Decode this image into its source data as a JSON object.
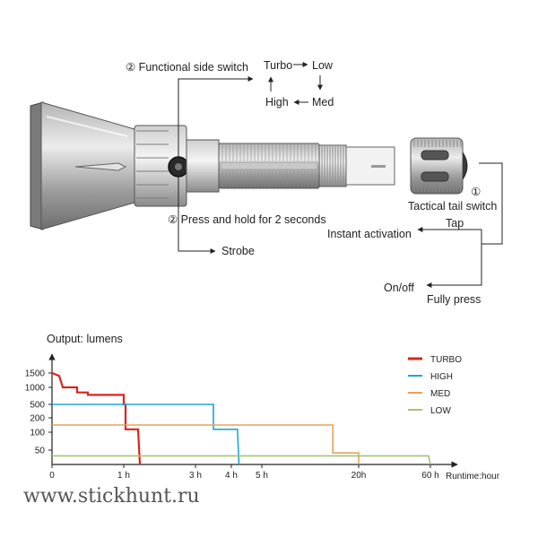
{
  "diagram": {
    "side_switch_title": "② Functional side switch",
    "press_hold": "② Press and hold for 2 seconds",
    "strobe": "Strobe",
    "mode_cycle": {
      "turbo": "Turbo",
      "low": "Low",
      "med": "Med",
      "high": "High"
    },
    "tail_badge": "①",
    "tail_switch_title": "Tactical tail switch",
    "tap": "Tap",
    "instant_activation": "Instant activation",
    "on_off": "On/off",
    "fully_press": "Fully press"
  },
  "chart_data": {
    "type": "line",
    "ylabel": "Output: lumens",
    "xlabel": "Runtime:hour",
    "y_ticks": [
      "1500",
      "1000",
      "500",
      "200",
      "100",
      "50"
    ],
    "x_ticks": [
      "0",
      "1 h",
      "3 h",
      "4 h",
      "5 h",
      "20h",
      "60 h"
    ],
    "series": [
      {
        "name": "TURBO",
        "color": "#d8261c",
        "points": [
          [
            0,
            1500
          ],
          [
            0.1,
            1400
          ],
          [
            0.15,
            1000
          ],
          [
            0.35,
            1000
          ],
          [
            0.35,
            850
          ],
          [
            0.5,
            850
          ],
          [
            0.5,
            780
          ],
          [
            1.0,
            780
          ],
          [
            1.0,
            500
          ],
          [
            1.05,
            500
          ],
          [
            1.05,
            120
          ],
          [
            1.4,
            120
          ],
          [
            1.45,
            0
          ]
        ]
      },
      {
        "name": "HIGH",
        "color": "#1ba6d6",
        "points": [
          [
            0,
            500
          ],
          [
            3.5,
            500
          ],
          [
            3.5,
            120
          ],
          [
            4.2,
            120
          ],
          [
            4.25,
            0
          ]
        ]
      },
      {
        "name": "MED",
        "color": "#e8a15a",
        "points": [
          [
            0,
            150
          ],
          [
            16,
            150
          ],
          [
            16,
            40
          ],
          [
            20,
            40
          ],
          [
            20,
            0
          ]
        ]
      },
      {
        "name": "LOW",
        "color": "#a6c278",
        "points": [
          [
            0,
            30
          ],
          [
            59,
            30
          ],
          [
            60,
            0
          ]
        ]
      }
    ]
  },
  "footer": {
    "watermark": "www.stickhunt.ru"
  }
}
